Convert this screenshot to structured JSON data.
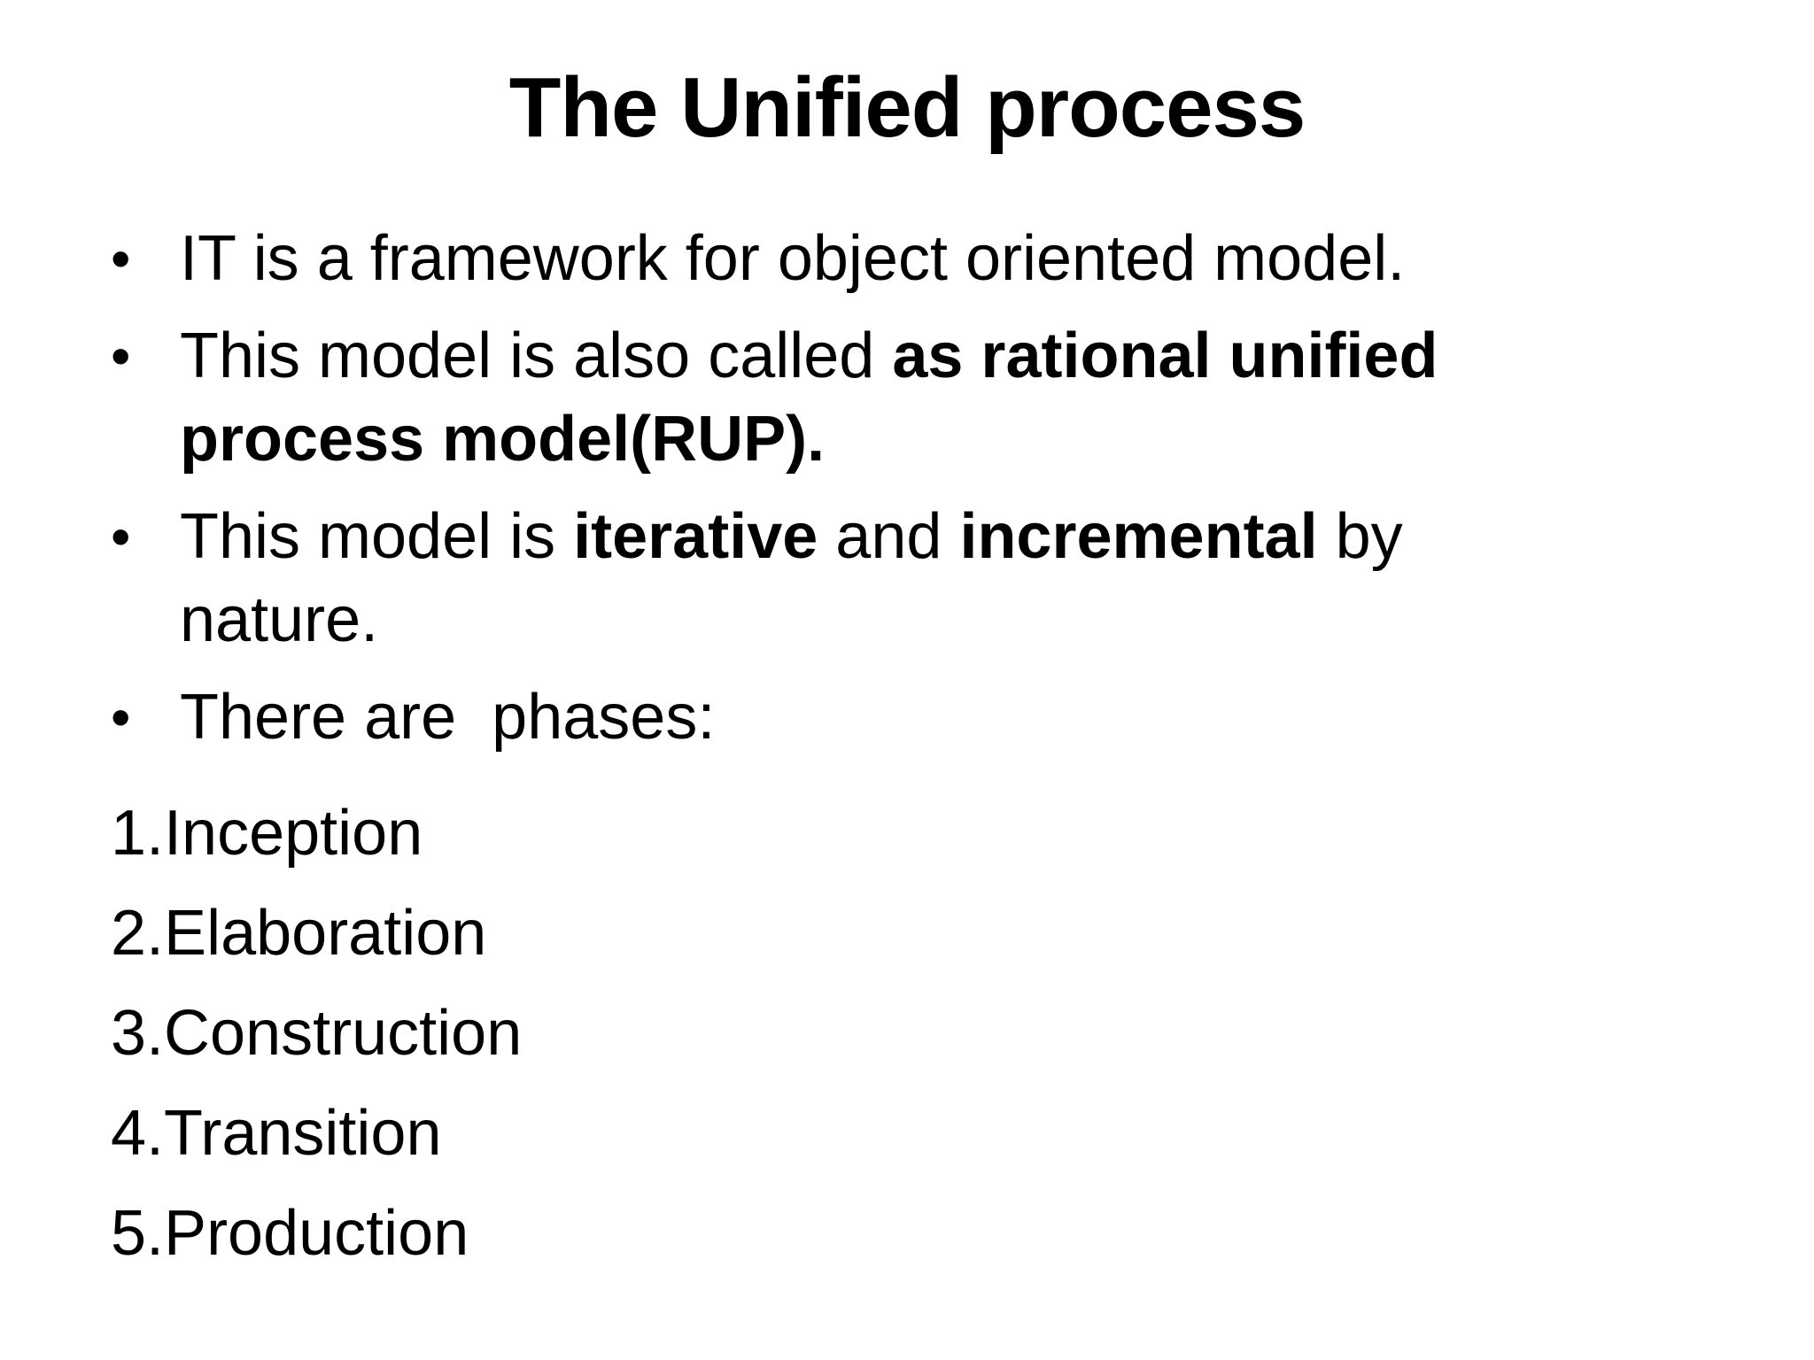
{
  "slide": {
    "title": "The Unified process",
    "bullet_symbol": "•",
    "bullets": [
      {
        "parts": [
          {
            "text": "IT is a framework for object oriented model.",
            "bold": false
          }
        ]
      },
      {
        "parts": [
          {
            "text": "This model is also called ",
            "bold": false
          },
          {
            "text": "as rational unified process model(RUP).",
            "bold": true
          }
        ]
      },
      {
        "parts": [
          {
            "text": "This model is ",
            "bold": false
          },
          {
            "text": "iterative",
            "bold": true
          },
          {
            "text": " and ",
            "bold": false
          },
          {
            "text": "incremental",
            "bold": true
          },
          {
            "text": " by nature.",
            "bold": false
          }
        ]
      },
      {
        "parts": [
          {
            "text": "There are  phases:",
            "bold": false
          }
        ]
      }
    ],
    "phases": [
      "1.Inception",
      "2.Elaboration",
      "3.Construction",
      "4.Transition",
      "5.Production"
    ]
  }
}
